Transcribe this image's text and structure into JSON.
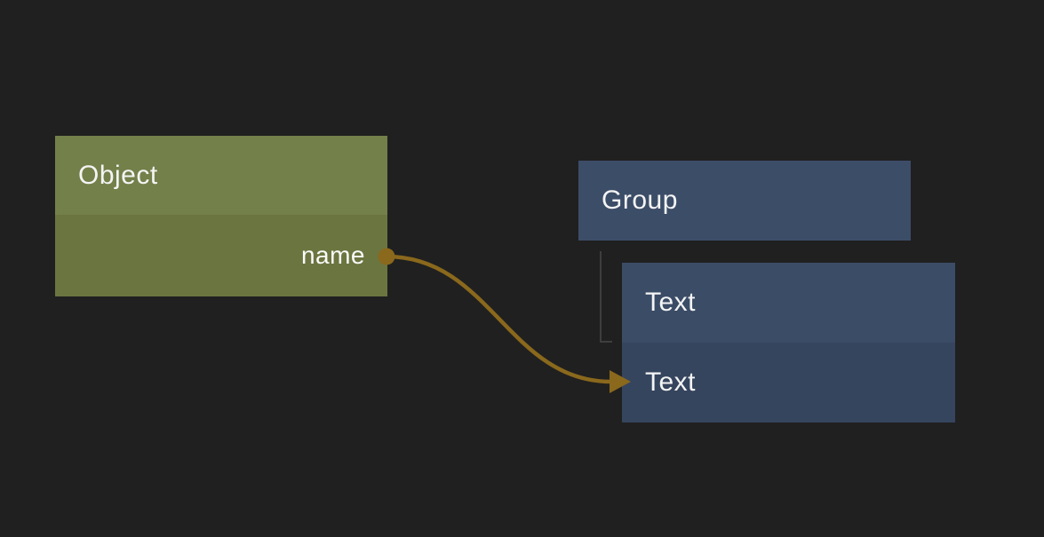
{
  "canvas": {
    "background_color": "#202020"
  },
  "object_node": {
    "title": "Object",
    "field_label": "name",
    "header_color": "#73804a",
    "body_color": "#6b7540"
  },
  "group_node": {
    "title": "Group",
    "header_color": "#3c4d68"
  },
  "text_node": {
    "header_label": "Text",
    "row_label": "Text",
    "header_color": "#3b4c66",
    "row_color": "#36455e"
  },
  "edge": {
    "color": "#8a681c"
  },
  "tree_connector": {
    "color": "#3e3e3e"
  }
}
